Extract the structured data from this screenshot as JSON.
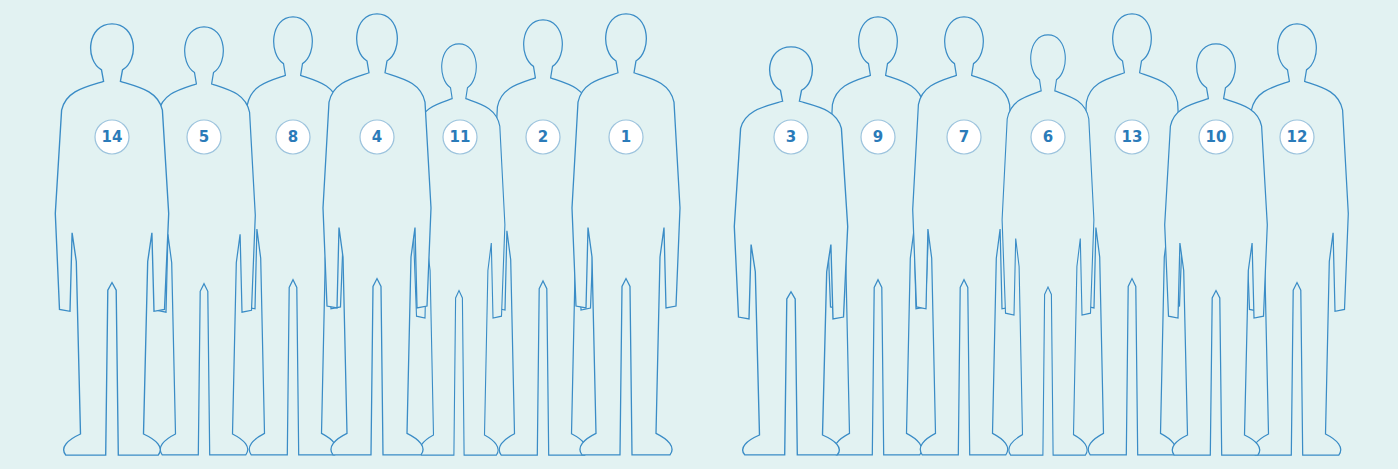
{
  "diagram": {
    "nodes": [
      {
        "text": [
          "14"
        ]
      },
      {
        "text": [
          "5"
        ]
      },
      {
        "text": [
          "8"
        ]
      },
      {
        "text": [
          "4"
        ]
      },
      {
        "text": [
          "11"
        ]
      },
      {
        "text": [
          "2"
        ]
      },
      {
        "text": [
          "1"
        ]
      },
      {
        "text": [
          "3"
        ]
      },
      {
        "text": [
          "9"
        ]
      },
      {
        "text": [
          "7"
        ]
      },
      {
        "text": [
          "6"
        ]
      },
      {
        "text": [
          "13"
        ]
      },
      {
        "text": [
          "10"
        ]
      },
      {
        "text": [
          "12"
        ]
      }
    ]
  }
}
